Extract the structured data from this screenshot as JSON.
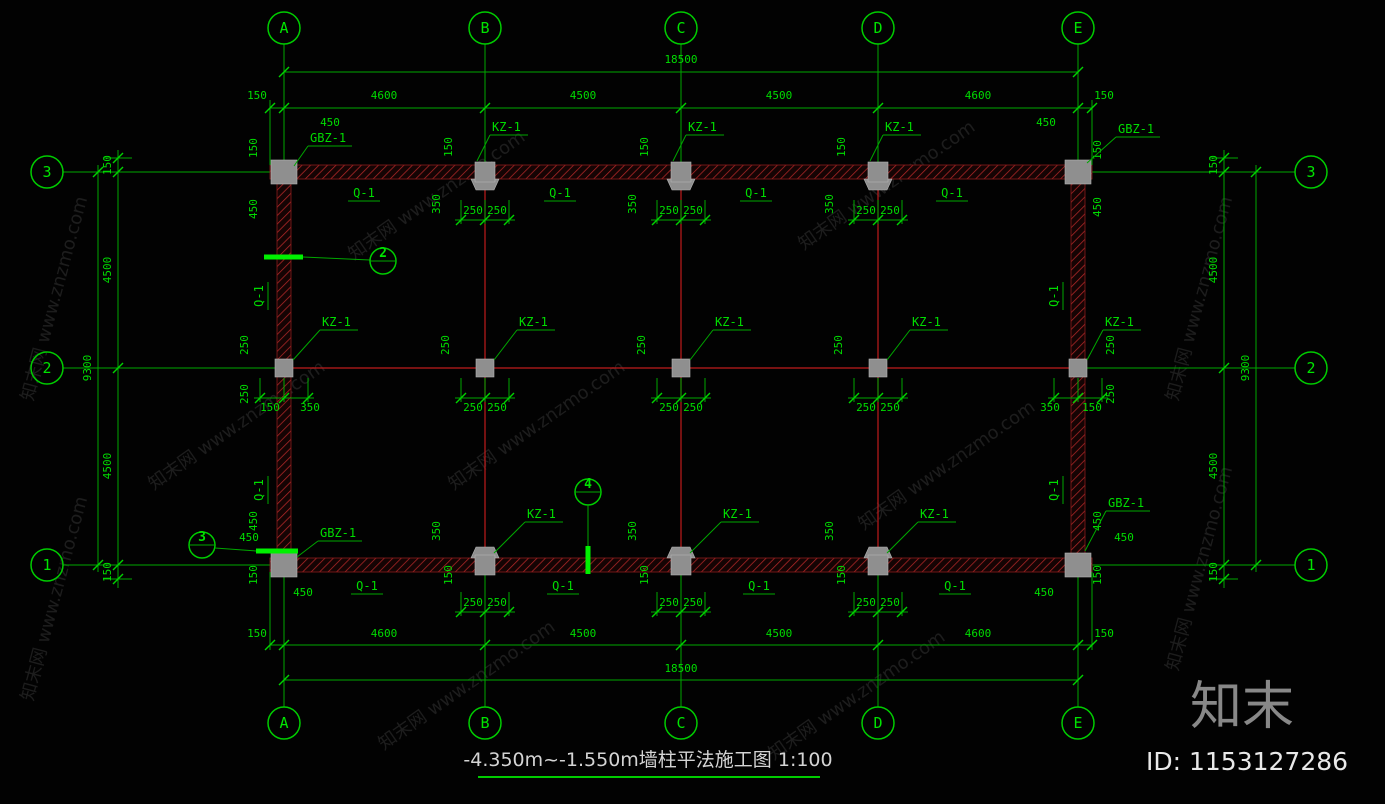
{
  "drawing": {
    "title": "-4.350m~-1.550m墙柱平法施工图 1:100"
  },
  "branding": {
    "logo": "知末",
    "id": "ID: 1153127286"
  },
  "watermark": {
    "text": "知末网 www.znzmo.com"
  },
  "axes": {
    "a": "A",
    "b": "B",
    "c": "C",
    "d": "D",
    "e": "E",
    "r1": "1",
    "r2": "2",
    "r3": "3"
  },
  "dim_rows": {
    "top_total": "18500",
    "top_segments": [
      "150",
      "4600",
      "4500",
      "4500",
      "4600",
      "150"
    ],
    "bottom_segments": [
      "150",
      "4600",
      "4500",
      "4500",
      "4600",
      "150"
    ],
    "bottom_total": "18500",
    "left_total": "9300",
    "left_segments": [
      "150",
      "4500",
      "4500",
      "150"
    ],
    "right_segments": [
      "150",
      "4500",
      "4500",
      "150"
    ],
    "right_total": "9300"
  },
  "dims": {
    "d450": "450",
    "d350": "350",
    "d250": "250",
    "d150": "150"
  },
  "tags": {
    "column": "KZ-1",
    "wall": "Q-1",
    "corner": "GBZ-1"
  },
  "sections": {
    "s2": "2",
    "s3": "3",
    "s4": "4"
  }
}
